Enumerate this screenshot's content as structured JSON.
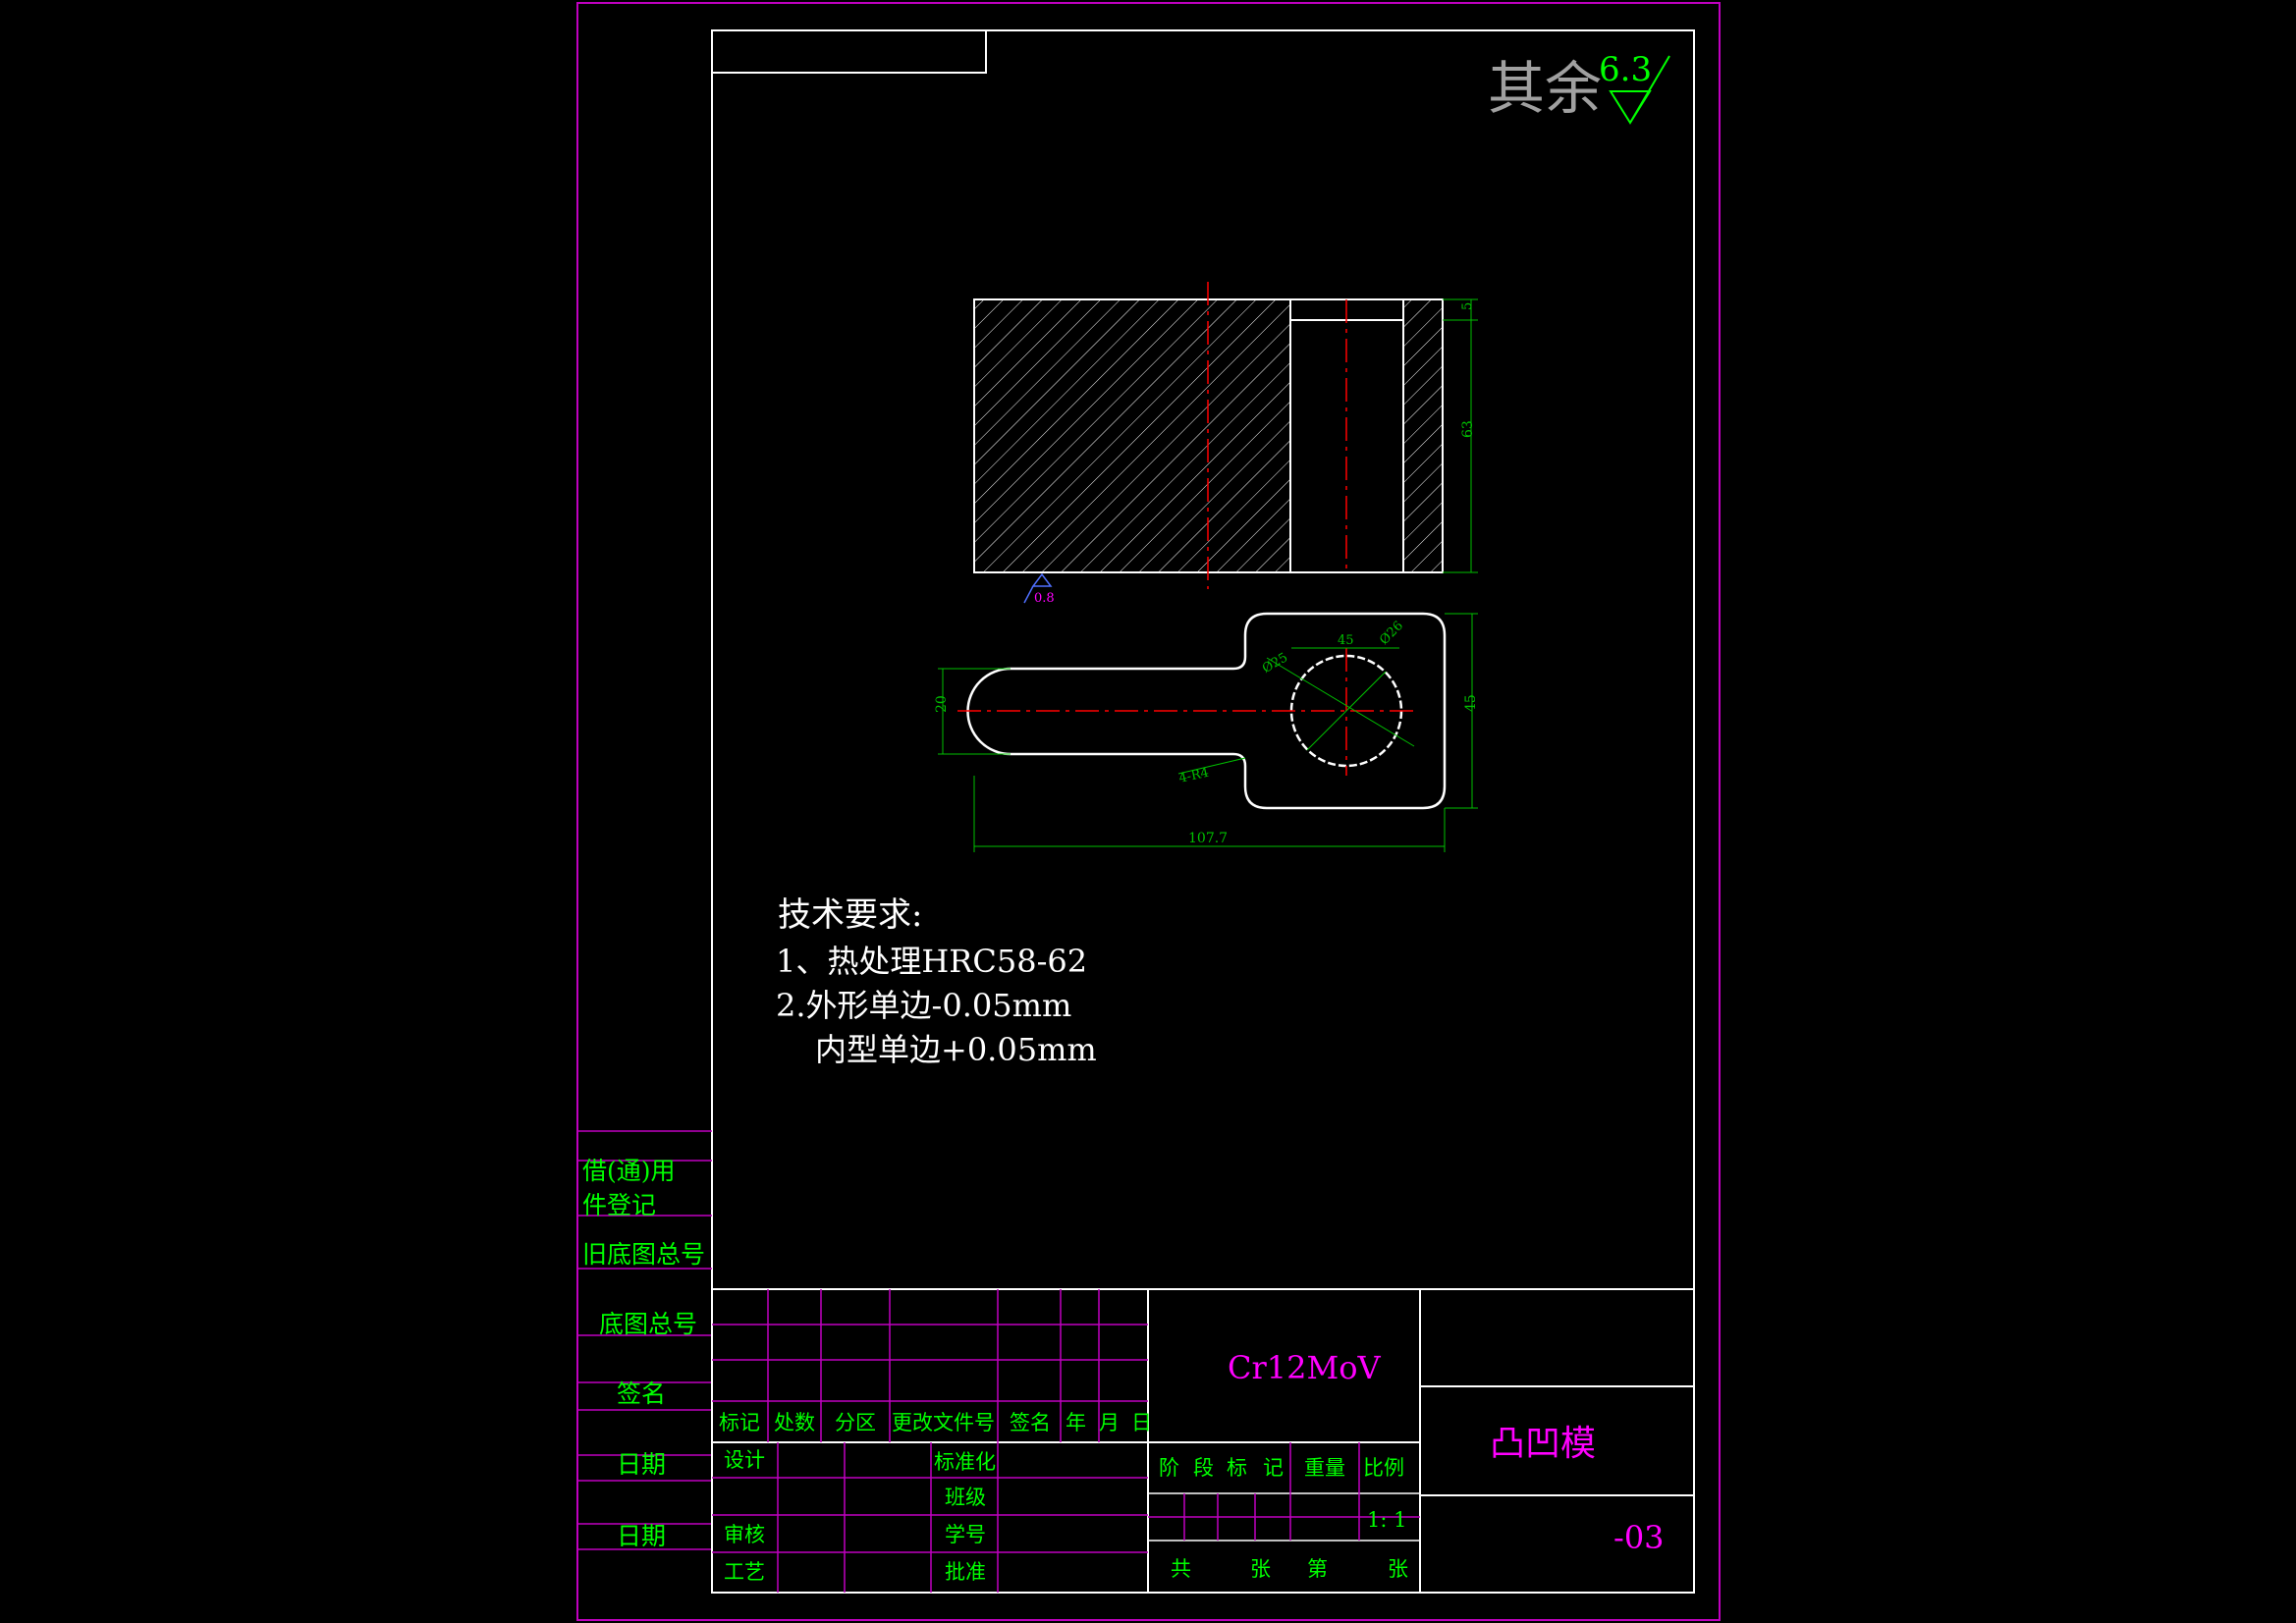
{
  "roughness": {
    "label": "其余",
    "value": "6.3"
  },
  "section_view": {
    "roughness_mark": "0.8",
    "dims": {
      "top_depth": "5",
      "height": "63"
    }
  },
  "plan_view": {
    "dims": {
      "width_total": "107.7",
      "slot_width": "20",
      "head_height": "45",
      "hole_offset": "45",
      "dia_inner": "Ø25",
      "dia_outer": "Ø26",
      "corner_radius": "4-R4"
    }
  },
  "tech_req": {
    "title": "技术要求:",
    "line1": "1、热处理HRC58-62",
    "line2": "2.外形单边-0.05mm",
    "line3": "内型单边+0.05mm"
  },
  "side_panel": {
    "row1": "借(通)用",
    "row2": "件登记",
    "row3": "旧底图总号",
    "row4": "底图总号",
    "row5": "签名",
    "row6": "日期",
    "row7": "日期"
  },
  "title_block": {
    "revision_headers": [
      "标记",
      "处数",
      "分区",
      "更改文件号",
      "签名",
      "年",
      "月",
      "日"
    ],
    "designer": "设计",
    "standardized": "标准化",
    "class": "班级",
    "reviewer": "审核",
    "student_no": "学号",
    "process": "工艺",
    "approved": "批准",
    "stage_headers": [
      "阶",
      "段",
      "标",
      "记"
    ],
    "weight": "重量",
    "scale_label": "比例",
    "scale": "1: 1",
    "sheets": [
      "共",
      "张",
      "第",
      "张"
    ],
    "material": "Cr12MoV",
    "part_name": "凸凹模",
    "drawing_no": "-03"
  },
  "colors": {
    "frame": "#c000c0",
    "line": "#ffffff",
    "dim": "#00c000",
    "center": "#ff0000",
    "label": "#00ff00",
    "magenta": "#ff00ff",
    "gray": "#a0a0a0"
  }
}
